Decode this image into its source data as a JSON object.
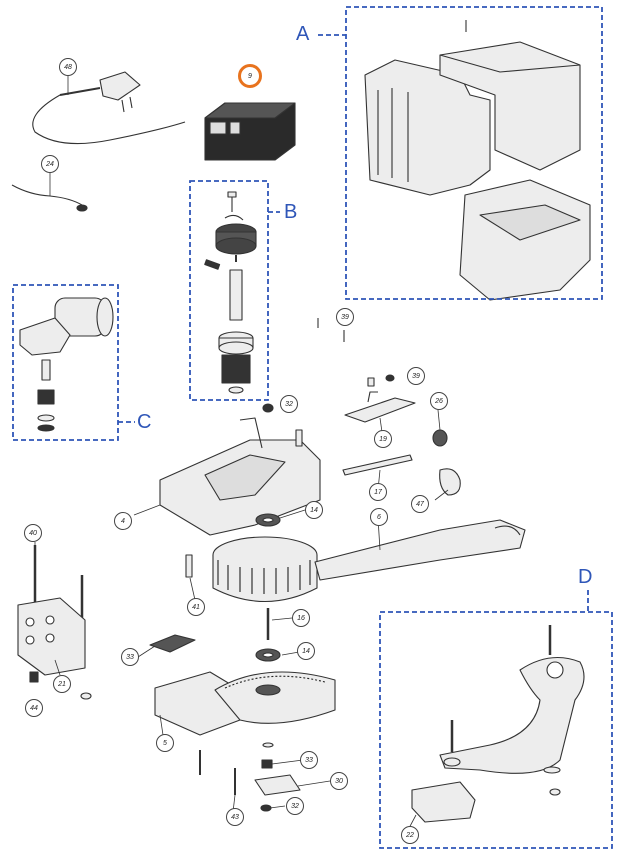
{
  "groups": {
    "A": "A",
    "B": "B",
    "C": "C",
    "D": "D"
  },
  "callouts": {
    "c48": "48",
    "c9": "9",
    "c24": "24",
    "c39a": "39",
    "c39b": "39",
    "c32a": "32",
    "c26": "26",
    "c19": "19",
    "c17": "17",
    "c47": "47",
    "c4": "4",
    "c14a": "14",
    "c6": "6",
    "c40": "40",
    "c41": "41",
    "c16": "16",
    "c33a": "33",
    "c14b": "14",
    "c21": "21",
    "c44": "44",
    "c5": "5",
    "c33b": "33",
    "c30": "30",
    "c43": "43",
    "c32b": "32",
    "c22": "22"
  },
  "colors": {
    "group_outline": "#2f56b8",
    "highlight": "#e8731e",
    "part_line": "#333333",
    "part_fill": "#ededed"
  }
}
